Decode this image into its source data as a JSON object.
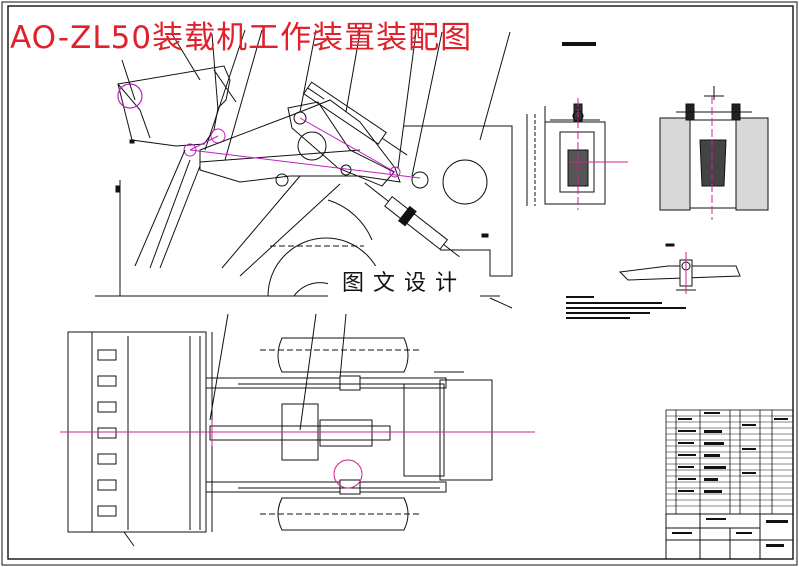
{
  "drawing": {
    "title": "AO-ZL50装载机工作装置装配图",
    "watermark": "图文设计"
  },
  "colors": {
    "title": "#e0202c",
    "line": "#111111",
    "centerline": "#d02090",
    "highlight": "#c020c0"
  },
  "views": [
    "front-elevation",
    "plan-view",
    "detail-a",
    "detail-b",
    "detail-c",
    "parts-list",
    "title-block"
  ]
}
